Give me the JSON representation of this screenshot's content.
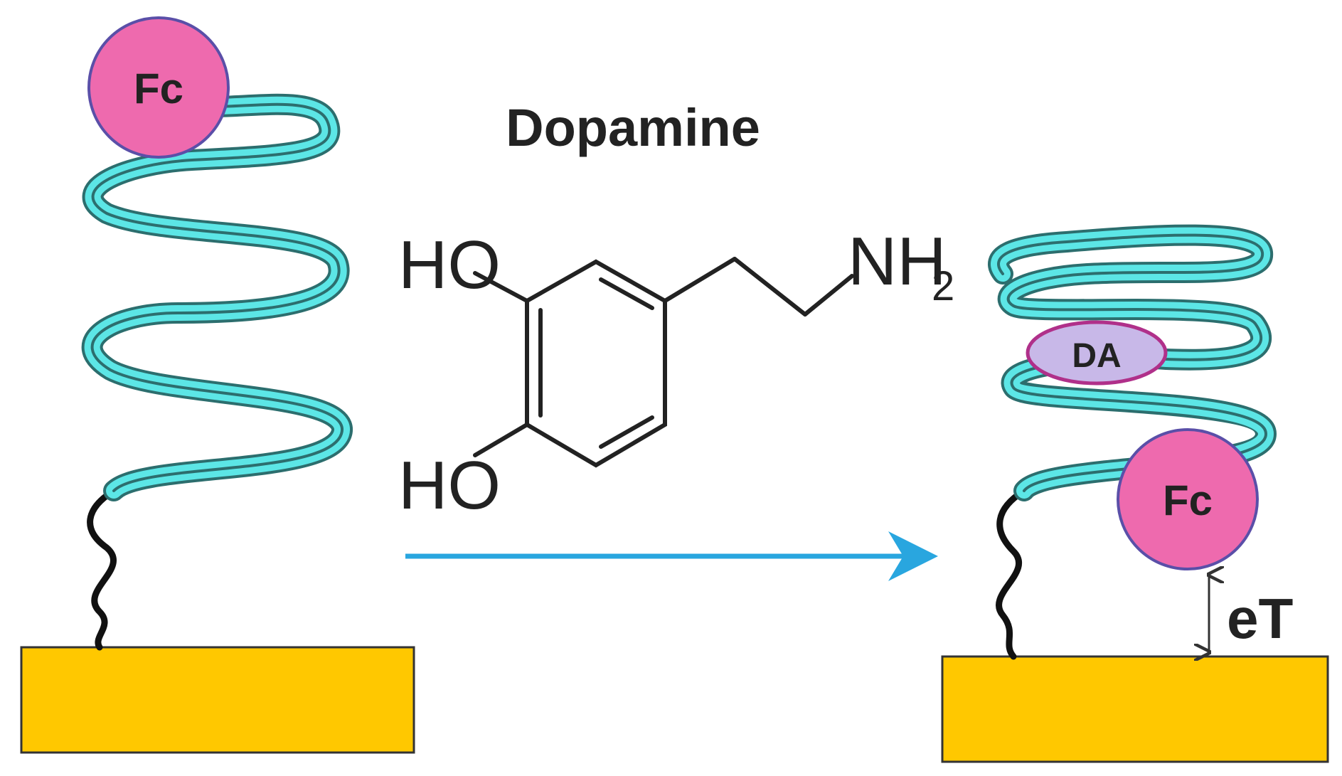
{
  "title": "Dopamine",
  "molecule": {
    "hydroxyl_top": "HO",
    "hydroxyl_bottom": "HO",
    "amine": "NH",
    "amine_subscript": "2"
  },
  "left_construct": {
    "redox_label": "Fc"
  },
  "right_construct": {
    "redox_label": "Fc",
    "target_label": "DA",
    "transfer_label": "eT"
  },
  "colors": {
    "electrode": "#FFC800",
    "aptamer": "#5CE6E6",
    "aptamer_outline": "#2C6E6E",
    "ferrocene": "#EE6AAE",
    "ferrocene_outline": "#5A4FA8",
    "target": "#C8B8E8",
    "target_outline": "#B0308A",
    "arrow": "#29A6DF"
  },
  "icons": {
    "electrode": "gold-electrode-rect",
    "ferrocene": "circle",
    "linker": "wavy-line",
    "arrow": "right-arrow",
    "transfer": "double-headed-arrow"
  }
}
